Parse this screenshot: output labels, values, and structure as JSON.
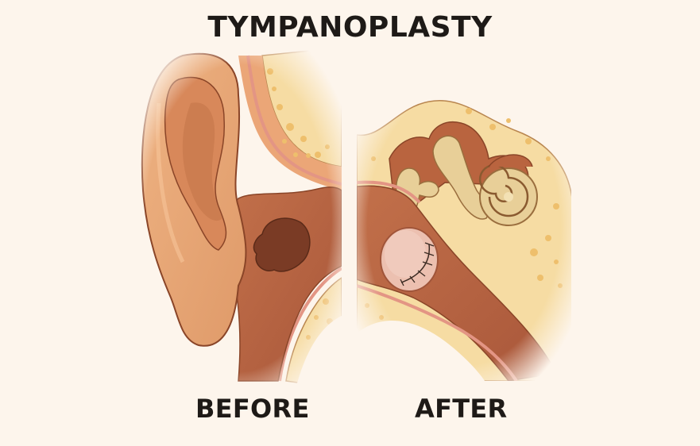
{
  "title": "TYMPANOPLASTY",
  "panels": [
    {
      "label": "BEFORE",
      "description": "outer ear with perforated eardrum"
    },
    {
      "label": "AFTER",
      "description": "middle ear with repaired graft, ossicles and cochlea"
    }
  ],
  "colors": {
    "background": "#fdf5ec",
    "skin": "#eba677",
    "skin_dark": "#c8784c",
    "canal": "#b9643f",
    "perforation": "#7a3b25",
    "bone": "#f6dca3",
    "bone_spots": "#eebf6c",
    "membrane_line": "#e39584",
    "graft": "#ecc0b0",
    "ossicles": "#e8cf98",
    "text": "#1e1a17"
  }
}
